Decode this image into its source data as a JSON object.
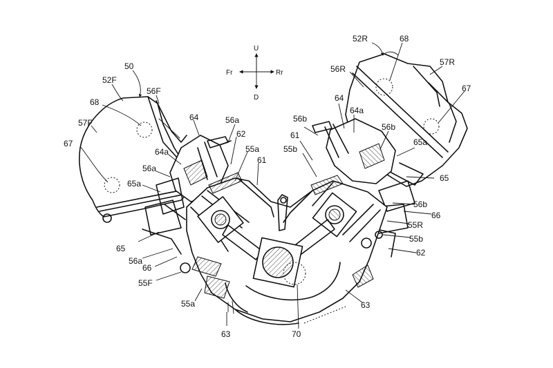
{
  "orientation": {
    "up": "U",
    "down": "D",
    "front": "Fr",
    "rear": "Rr"
  },
  "labels": {
    "l50": "50",
    "l52F": "52F",
    "l56F": "56F",
    "l68_left": "68",
    "l57F": "57F",
    "l67_left": "67",
    "l64_left": "64",
    "l56a_top": "56a",
    "l62_top": "62",
    "l55a_top": "55a",
    "l61_left": "61",
    "l64a_left": "64a",
    "l56a_mid": "56a",
    "l65a_left": "65a",
    "l65_left": "65",
    "l56a_low": "56a",
    "l66_left": "66",
    "l55F": "55F",
    "l55a_bottom": "55a",
    "l63_left": "63",
    "l70": "70",
    "l52R": "52R",
    "l68_right": "68",
    "l57R": "57R",
    "l56R": "56R",
    "l67_right": "67",
    "l64_right": "64",
    "l64a_right": "64a",
    "l56b_top": "56b",
    "l61_right": "61",
    "l55b_top": "55b",
    "l56b_right": "56b",
    "l65a_right": "65a",
    "l65_right": "65",
    "l56b_low": "56b",
    "l66_right": "66",
    "l55R": "55R",
    "l55b_low": "55b",
    "l62_right": "62",
    "l63_right": "63"
  }
}
